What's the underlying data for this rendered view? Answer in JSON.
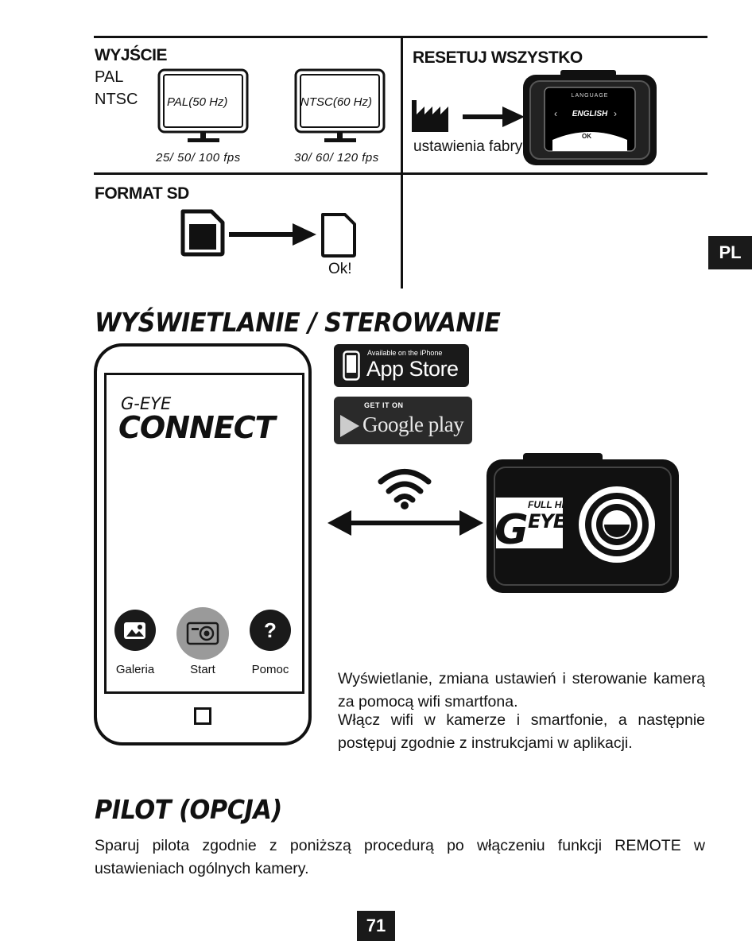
{
  "output": {
    "heading": "WYJŚCIE",
    "options": [
      "PAL",
      "NTSC"
    ],
    "pal_screen": "PAL(50 Hz)",
    "ntsc_screen": "NTSC(60 Hz)",
    "pal_fps": "25/ 50/ 100 fps",
    "ntsc_fps": "30/ 60/ 120 fps"
  },
  "reset": {
    "heading": "RESETUJ WSZYSTKO",
    "caption": "ustawienia fabryczne",
    "screen_top": "LANGUAGE",
    "screen_value": "ENGLISH",
    "screen_ok": "OK"
  },
  "format": {
    "heading": "FORMAT SD",
    "ok": "Ok!"
  },
  "display": {
    "title": "WYŚWIETLANIE / STEROWANIE",
    "app_logo_top": "G-EYE",
    "app_logo_bottom": "CONNECT",
    "apps": [
      {
        "label": "Galeria"
      },
      {
        "label": "Start"
      },
      {
        "label": "Pomoc"
      }
    ],
    "appstore_small": "Available on the iPhone",
    "appstore_big": "App Store",
    "google_small": "GET IT ON",
    "google_big": "Google play",
    "camera_badge": "FULL HD",
    "camera_brand": "EYE",
    "para1": "Wyświetlanie, zmiana ustawień i sterowanie kamerą za pomocą wifi smartfona.",
    "para2": "Włącz wifi w kamerze i smartfonie, a następnie postępuj zgodnie z instrukcjami w aplikacji."
  },
  "pilot": {
    "title": "PILOT (OPCJA)",
    "para": "Sparuj pilota zgodnie z poniższą procedurą po włączeniu funkcji REMOTE w ustawieniach ogólnych kamery."
  },
  "lang_tab": "PL",
  "page_number": "71"
}
